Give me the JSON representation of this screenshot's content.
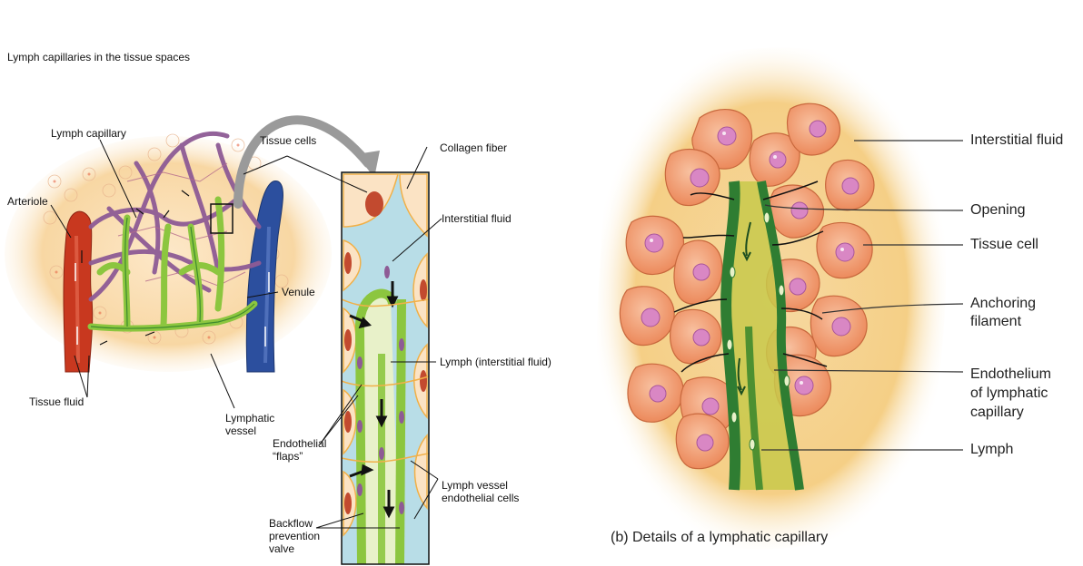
{
  "left_panel": {
    "title": "Lymph capillaries in the tissue spaces",
    "labels": {
      "lymph_capillary": "Lymph capillary",
      "tissue_cells": "Tissue cells",
      "arteriole": "Arteriole",
      "venule": "Venule",
      "tissue_fluid": "Tissue fluid",
      "lymphatic_vessel": [
        "Lymphatic",
        "vessel"
      ]
    }
  },
  "middle_panel": {
    "labels": {
      "collagen_fiber": "Collagen fiber",
      "interstitial_fluid": "Interstitial fluid",
      "lymph_interstitial": "Lymph (interstitial fluid)",
      "endothelial_flaps": [
        "Endothelial",
        "“flaps”"
      ],
      "lymph_vessel_cells": [
        "Lymph vessel",
        "endothelial cells"
      ],
      "backflow_valve": [
        "Backflow",
        "prevention",
        "valve"
      ]
    }
  },
  "right_panel": {
    "labels": {
      "interstitial_fluid": "Interstitial fluid",
      "opening": "Opening",
      "tissue_cell": "Tissue cell",
      "anchoring_filament": [
        "Anchoring",
        "filament"
      ],
      "endothelium": [
        "Endothelium",
        "of lymphatic",
        "capillary"
      ],
      "lymph": "Lymph"
    },
    "caption": "(b) Details of a lymphatic capillary"
  },
  "colors": {
    "arteriole": "#c8381f",
    "venule": "#2c4f9e",
    "lymph_green": "#8cc63f",
    "dark_green": "#2f7d32",
    "capillary_purple": "#8e5b95",
    "tissue_bg": "#fbe3c4",
    "cell_orange": "#f29a6b",
    "nucleus_pink": "#d987c4",
    "fluid_blue": "#b8dde7"
  }
}
